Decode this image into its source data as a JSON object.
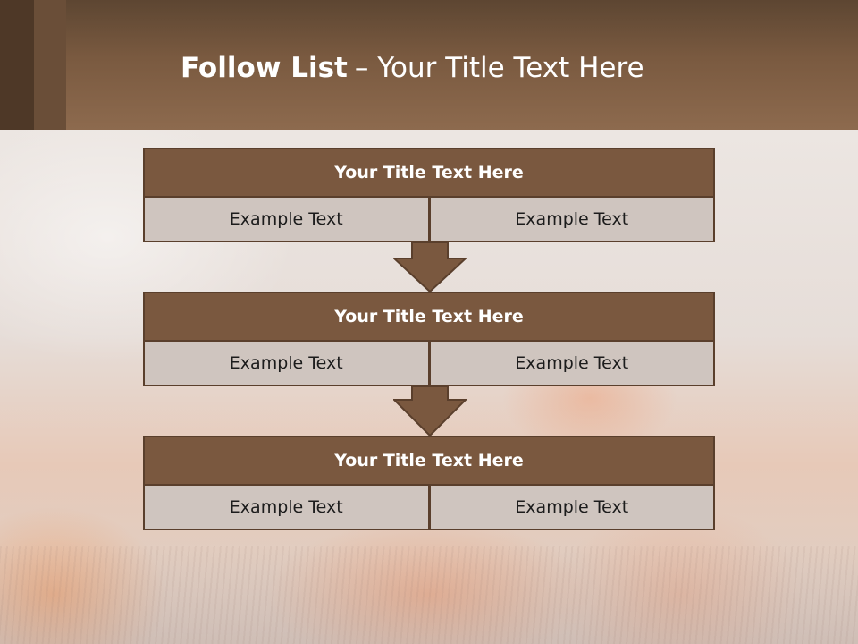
{
  "slide": {
    "title_bold": "Follow List",
    "title_rest": "– Your Title Text Here"
  },
  "blocks": [
    {
      "title": "Your Title Text Here",
      "left": "Example Text",
      "right": "Example Text"
    },
    {
      "title": "Your Title Text Here",
      "left": "Example Text",
      "right": "Example Text"
    },
    {
      "title": "Your Title Text Here",
      "left": "Example Text",
      "right": "Example Text"
    }
  ],
  "colors": {
    "header": "#7a5a40",
    "block_head": "#7a583f",
    "cell": "#cfc5bf",
    "border": "#5a3f2c"
  }
}
